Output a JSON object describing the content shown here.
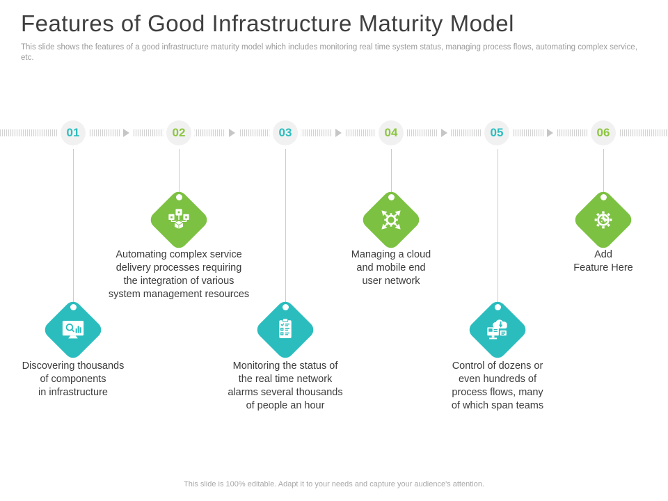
{
  "slide": {
    "title": "Features of Good Infrastructure Maturity Model",
    "subtitle": "This slide shows the features of a good infrastructure maturity model which includes monitoring real time system status, managing process flows, automating complex service, etc.",
    "footer": "This slide is 100% editable. Adapt it to your needs and capture your audience's attention."
  },
  "colors": {
    "green": "#7CC142",
    "green_number": "#8CC63F",
    "teal": "#2BBDBE",
    "badge_bg": "#F1F1F1",
    "timeline_gray": "#D2D2D2",
    "arrow_gray": "#C6C6C6",
    "text_dark": "#3B3B3B",
    "muted_gray": "#9B9B9B"
  },
  "milestones": [
    {
      "number": "01",
      "accent": "teal",
      "icon": "monitor-search-icon",
      "text": "Discovering thousands\nof components\nin infrastructure"
    },
    {
      "number": "02",
      "accent": "green",
      "icon": "modules-distribution-icon",
      "text": "Automating complex service\ndelivery processes requiring\nthe integration of various\nsystem management resources"
    },
    {
      "number": "03",
      "accent": "teal",
      "icon": "clipboard-checklist-icon",
      "text": "Monitoring the status of\nthe real time network\nalarms several thousands\nof people an hour"
    },
    {
      "number": "04",
      "accent": "green",
      "icon": "gear-arrows-icon",
      "text": "Managing a cloud\nand mobile end\nuser network"
    },
    {
      "number": "05",
      "accent": "teal",
      "icon": "cloud-computer-icon",
      "text": "Control of dozens or\neven hundreds of\nprocess flows, many\nof which span teams"
    },
    {
      "number": "06",
      "accent": "green",
      "icon": "gear-puzzle-icon",
      "text": "Add\nFeature Here"
    }
  ]
}
